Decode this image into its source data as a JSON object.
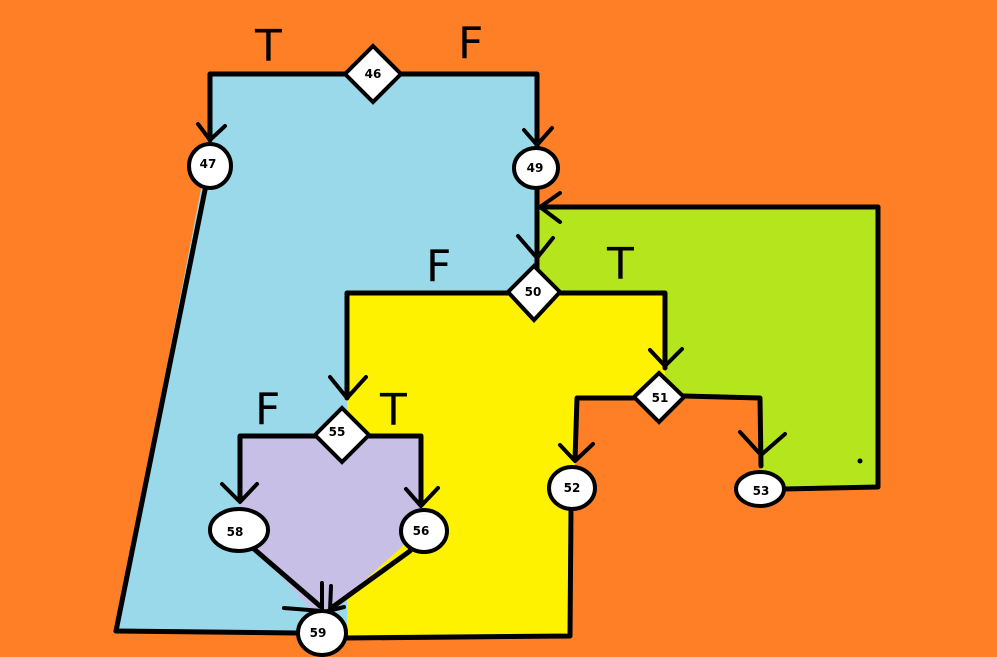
{
  "diagram": {
    "background_color": "#FF7F27",
    "region_colors": {
      "blue": "#99D9EA",
      "yellow": "#FFF200",
      "green": "#B5E61D",
      "purple": "#C8BFE7"
    },
    "nodes": {
      "n46": "46",
      "n47": "47",
      "n49": "49",
      "n50": "50",
      "n51": "51",
      "n52": "52",
      "n53": "53",
      "n55": "55",
      "n56": "56",
      "n58": "58",
      "n59": "59"
    },
    "branch_labels": {
      "b46_true": "T",
      "b46_false": "F",
      "b50_false": "F",
      "b50_true": "T",
      "b55_false": "F",
      "b55_true": "T"
    }
  }
}
